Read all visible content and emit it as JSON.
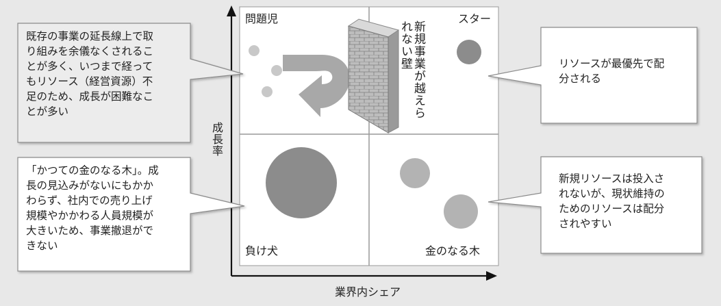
{
  "quadrants": {
    "problem_child": "問題児",
    "star": "スター",
    "dog": "負け犬",
    "cash_cow": "金のなる木"
  },
  "wall_text": "新規事業が越えられない壁",
  "axes": {
    "x_label": "業界内シェア",
    "y_label": "成長率"
  },
  "callouts": {
    "problem_child": "既存の事業の延長線上で取\nり組みを余儀なくされるこ\nとが多く、いつまで経って\nもリソース（経営資源）不\n足のため、成長が困難なこ\nとが多い",
    "dog": "「かつての金のなる木」。成\n長の見込みがないにもかか\nわらず、社内での売り上げ\n規模やかかわる人員規模が\n大きいため、事業撤退がで\nきない",
    "star": "リソースが最優先で配\n分される",
    "cash_cow": "新規リソースは投入さ\nれないが、現状維持の\nためのリソースは配分\nされやすい"
  },
  "colors": {
    "background": "#e8e8e8",
    "callout_problem_child": "#ececec",
    "callout_default": "#ffffff",
    "circle_dark": "#8c8c8c",
    "circle_mid": "#a6a6a6",
    "circle_light": "#c2c2c2",
    "arrow": "#a8a8a8",
    "wall": "#b8b8b8"
  }
}
